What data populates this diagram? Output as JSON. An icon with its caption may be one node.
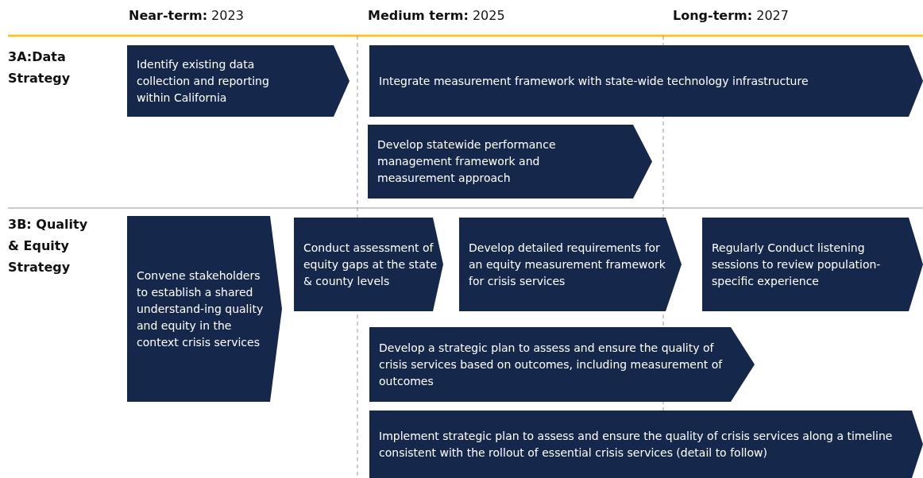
{
  "diagram": {
    "nodes": [
      {
        "text": [
          "Identify existing data collection and reporting within California"
        ]
      },
      {
        "text": [
          "Integrate measurement framework with state-wide technology infrastructure"
        ]
      },
      {
        "text": [
          "Develop statewide performance management framework and measurement approach"
        ]
      },
      {
        "text": [
          "Convene stakeholders to establish a shared understand-ing quality and equity in the context crisis services"
        ]
      },
      {
        "text": [
          "Conduct assessment of equity gaps at the state & county levels"
        ]
      },
      {
        "text": [
          "Develop detailed requirements for an equity measurement framework for crisis services"
        ]
      },
      {
        "text": [
          "Regularly Conduct listening sessions to review population-specific experience"
        ]
      },
      {
        "text": [
          "Develop a strategic plan to assess and ensure the quality of crisis services based on outcomes, including measurement of outcomes"
        ]
      },
      {
        "text": [
          "Implement strategic plan to assess and ensure the quality of crisis services along a timeline consistent with the rollout of essential crisis services (detail to follow)"
        ]
      }
    ],
    "labels": [
      "**Near-term:** 2023",
      "**Medium term:** 2025",
      "**Long-term:** 2027",
      "3A:Data Strategy",
      "3B: Quality & Equity Strategy"
    ]
  }
}
